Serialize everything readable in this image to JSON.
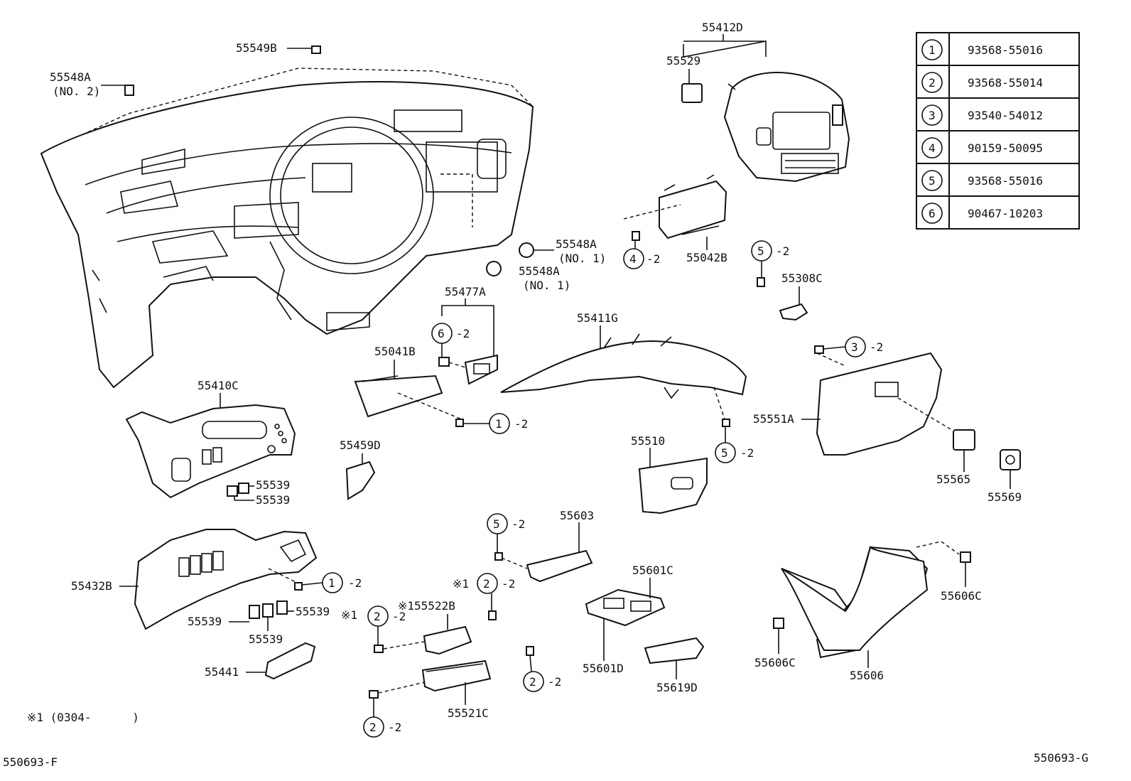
{
  "callouts": [
    {
      "id": "55549B",
      "label": "55549B"
    },
    {
      "id": "55548A-no2",
      "label": "55548A",
      "sub": "(NO. 2)"
    },
    {
      "id": "55412D",
      "label": "55412D"
    },
    {
      "id": "55529",
      "label": "55529"
    },
    {
      "id": "55548A-no1-a",
      "label": "55548A",
      "sub": "(NO. 1)"
    },
    {
      "id": "55548A-no1-b",
      "label": "55548A",
      "sub": "(NO. 1)"
    },
    {
      "id": "55042B",
      "label": "55042B"
    },
    {
      "id": "55308C",
      "label": "55308C"
    },
    {
      "id": "55477A",
      "label": "55477A"
    },
    {
      "id": "55411G",
      "label": "55411G"
    },
    {
      "id": "55041B",
      "label": "55041B"
    },
    {
      "id": "55410C",
      "label": "55410C"
    },
    {
      "id": "55459D",
      "label": "55459D"
    },
    {
      "id": "55510",
      "label": "55510"
    },
    {
      "id": "55551A",
      "label": "55551A"
    },
    {
      "id": "55565",
      "label": "55565"
    },
    {
      "id": "55569",
      "label": "55569"
    },
    {
      "id": "55539-a",
      "label": "55539"
    },
    {
      "id": "55539-b",
      "label": "55539"
    },
    {
      "id": "55603",
      "label": "55603"
    },
    {
      "id": "55432B",
      "label": "55432B"
    },
    {
      "id": "55601C",
      "label": "55601C"
    },
    {
      "id": "55522B",
      "label": "※155522B"
    },
    {
      "id": "55539-c",
      "label": "55539"
    },
    {
      "id": "55539-d",
      "label": "55539"
    },
    {
      "id": "55539-e",
      "label": "55539"
    },
    {
      "id": "55606C-a",
      "label": "55606C"
    },
    {
      "id": "55606C-b",
      "label": "55606C"
    },
    {
      "id": "55441",
      "label": "55441"
    },
    {
      "id": "55601D",
      "label": "55601D"
    },
    {
      "id": "55619D",
      "label": "55619D"
    },
    {
      "id": "55606",
      "label": "55606"
    },
    {
      "id": "55521C",
      "label": "55521C"
    }
  ],
  "fasteners": [
    {
      "id": "f4",
      "num": "4",
      "qty": "-2"
    },
    {
      "id": "f5a",
      "num": "5",
      "qty": "-2"
    },
    {
      "id": "f6",
      "num": "6",
      "qty": "-2"
    },
    {
      "id": "f3",
      "num": "3",
      "qty": "-2"
    },
    {
      "id": "f1a",
      "num": "1",
      "qty": "-2"
    },
    {
      "id": "f5b",
      "num": "5",
      "qty": "-2"
    },
    {
      "id": "f5c",
      "num": "5",
      "qty": "-2"
    },
    {
      "id": "f1b",
      "num": "1",
      "qty": "-2"
    },
    {
      "id": "f2a",
      "num": "2",
      "qty": "-2",
      "prefix": "※1"
    },
    {
      "id": "f2b",
      "num": "2",
      "qty": "-2",
      "prefix": "※1"
    },
    {
      "id": "f2c",
      "num": "2",
      "qty": "-2"
    },
    {
      "id": "f2d",
      "num": "2",
      "qty": "-2"
    }
  ],
  "legend_table": [
    {
      "num": "1",
      "part": "93568-55016"
    },
    {
      "num": "2",
      "part": "93568-55014"
    },
    {
      "num": "3",
      "part": "93540-54012"
    },
    {
      "num": "4",
      "part": "90159-50095"
    },
    {
      "num": "5",
      "part": "93568-55016"
    },
    {
      "num": "6",
      "part": "90467-10203"
    }
  ],
  "footnote": "※1 (0304-      )",
  "code_left": "550693-F",
  "code_right": "550693-G"
}
